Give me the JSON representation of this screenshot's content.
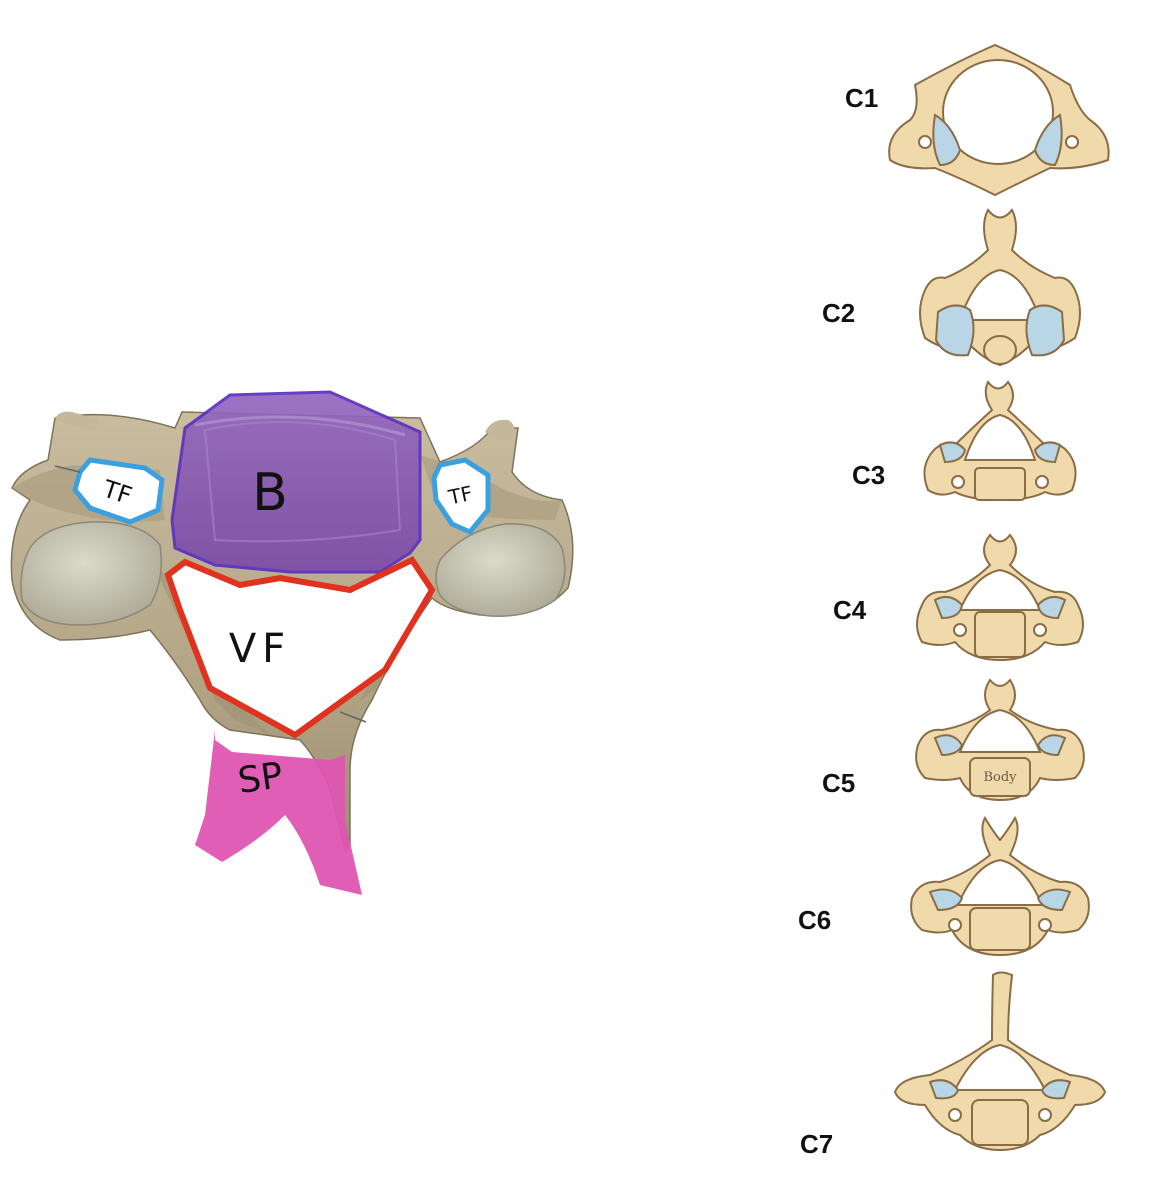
{
  "main_diagram": {
    "labels": {
      "transverse_foramen_left": "TF",
      "body": "B",
      "transverse_foramen_right": "TF",
      "vertebral_foramen": "VF",
      "spinous_process": "SP"
    },
    "colors": {
      "bone": "#b9ab8e",
      "bone_shadow": "#8f8266",
      "articular_facet": "#cfcdbd",
      "body_overlay": "#8a55b8",
      "body_outline": "#5b2fc0",
      "foramen_outline": "#3aa0e0",
      "vf_outline": "#e0321e",
      "sp_overlay": "#de55b2"
    }
  },
  "vertebrae_series": {
    "labels": [
      "C1",
      "C2",
      "C3",
      "C4",
      "C5",
      "C6",
      "C7"
    ],
    "c5_body_label": "Body",
    "colors": {
      "bone": "#f0d9aa",
      "outline": "#8a6d45",
      "facet": "#b9d6e6"
    }
  }
}
